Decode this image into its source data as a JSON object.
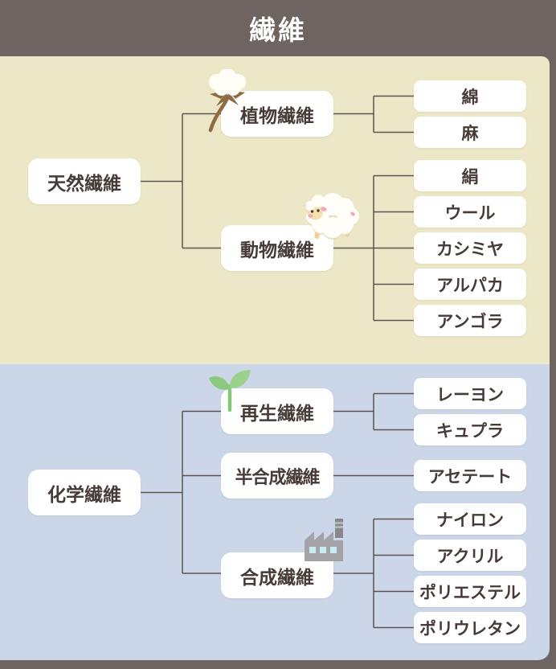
{
  "title": "繊維",
  "colors": {
    "header-bg": "#6e6461",
    "header-text": "#ffffff",
    "natural-bg": "#ece7c6",
    "chemical-bg": "#cbd6e8",
    "box-bg": "#ffffff",
    "text": "#463b37",
    "line": "#5d534e",
    "cotton-brown": "#8f6b42",
    "sprout-green": "#8bc97e",
    "factory-gray": "#a3a3a7",
    "factory-window": "#c8ecf2",
    "sheep-pink": "#f2a9bc",
    "sheep-cream": "#f6dfb2"
  },
  "tree": {
    "sections": [
      {
        "name": "natural",
        "root": "天然繊維",
        "groups": [
          {
            "parent": "植物繊維",
            "icon": "cotton-icon",
            "children": [
              "綿",
              "麻"
            ]
          },
          {
            "parent": "動物繊維",
            "icon": "sheep-icon",
            "children": [
              "絹",
              "ウール",
              "カシミヤ",
              "アルパカ",
              "アンゴラ"
            ]
          }
        ]
      },
      {
        "name": "chemical",
        "root": "化学繊維",
        "groups": [
          {
            "parent": "再生繊維",
            "icon": "sprout-icon",
            "children": [
              "レーヨン",
              "キュプラ"
            ]
          },
          {
            "parent": "半合成繊維",
            "icon": null,
            "children": [
              "アセテート"
            ]
          },
          {
            "parent": "合成繊維",
            "icon": "factory-icon",
            "children": [
              "ナイロン",
              "アクリル",
              "ポリエステル",
              "ポリウレタン"
            ]
          }
        ]
      }
    ]
  }
}
